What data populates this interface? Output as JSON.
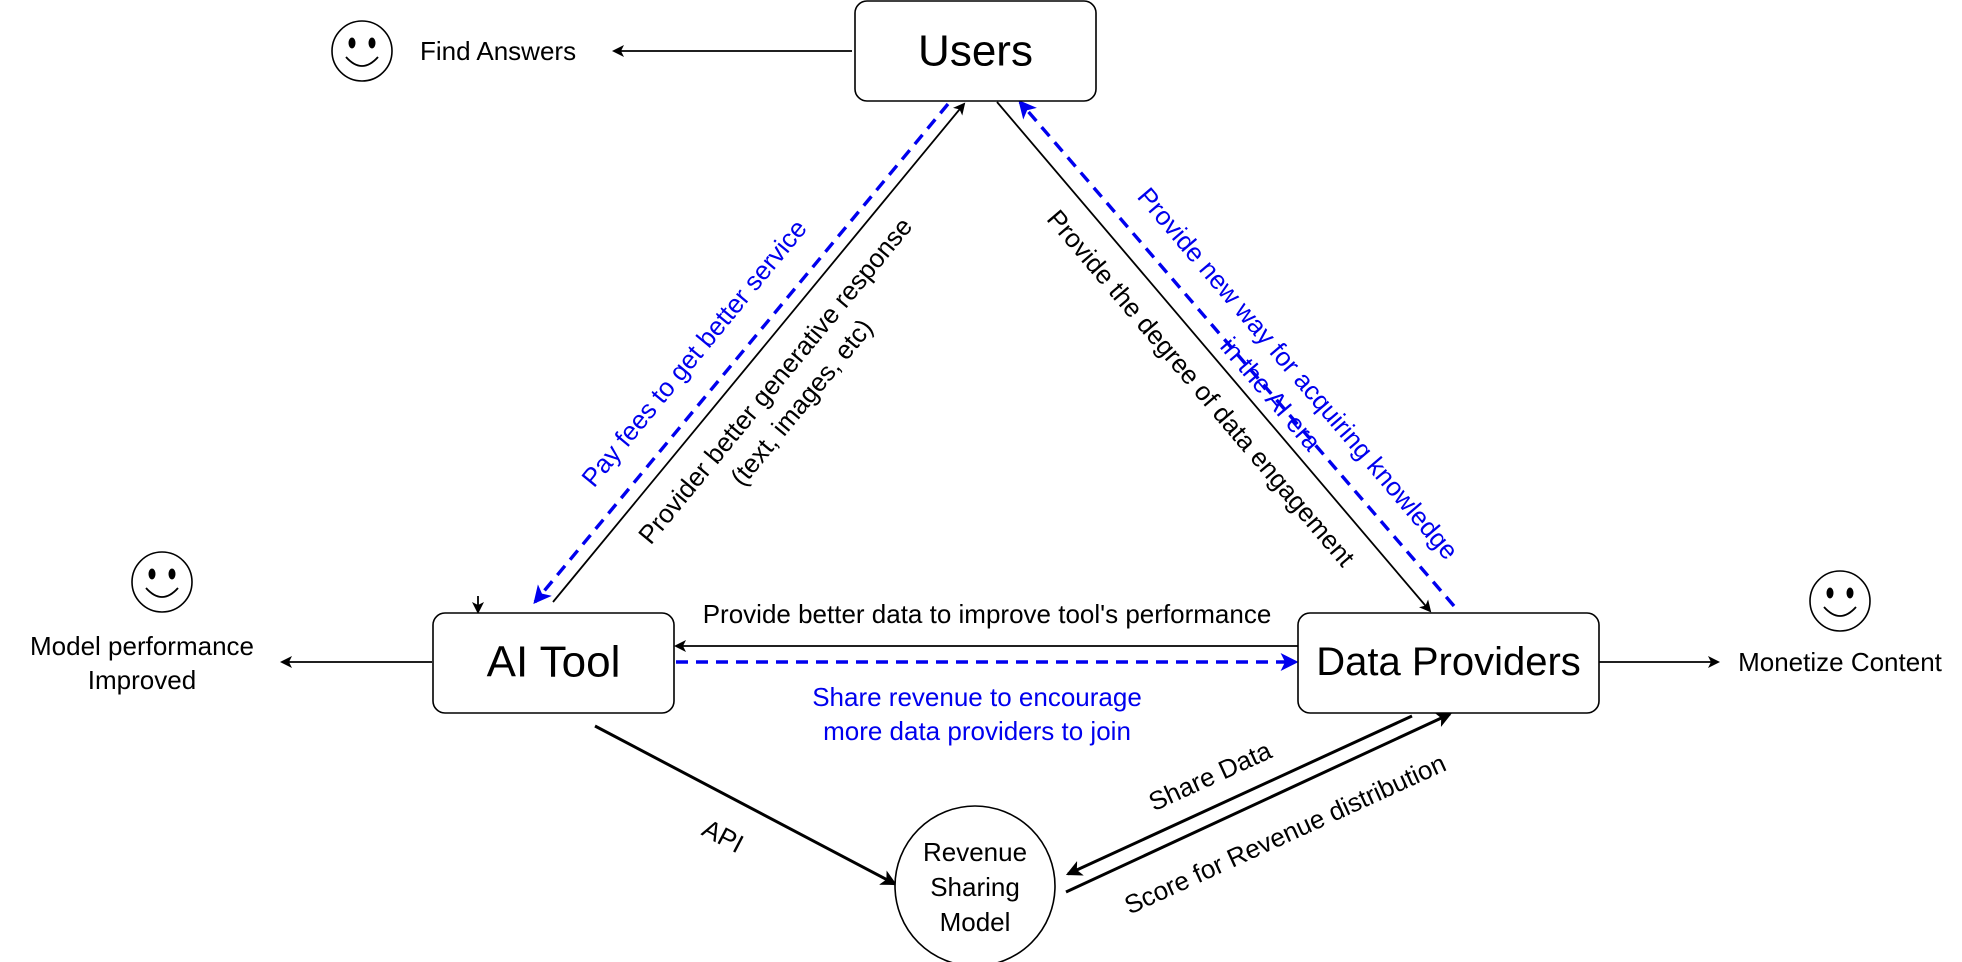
{
  "nodes": {
    "users": "Users",
    "ai_tool": "AI Tool",
    "data_providers": "Data Providers",
    "revenue_model": [
      "Revenue",
      "Sharing",
      "Model"
    ]
  },
  "outcomes": {
    "users": "Find Answers",
    "ai_tool": [
      "Model performance",
      "Improved"
    ],
    "data_providers": "Monetize Content"
  },
  "edge_labels": {
    "ai_to_users": [
      "Provider better generative response",
      "(text, images, etc)"
    ],
    "users_to_ai_fees": "Pay fees to get better service",
    "users_to_dp": "Provide the degree of data engagement",
    "dp_to_users": [
      "Provide new way for acquiring knowledge",
      "in the AI era"
    ],
    "dp_to_ai": "Provide better data to improve tool's performance",
    "ai_to_dp_revenue": [
      "Share revenue to encourage",
      "more data providers to join"
    ],
    "ai_to_model": "API",
    "dp_to_model": "Share Data",
    "model_to_dp": "Score for Revenue distribution"
  },
  "colors": {
    "primary_flow": "#000000",
    "incentive_flow": "#0000ee"
  }
}
